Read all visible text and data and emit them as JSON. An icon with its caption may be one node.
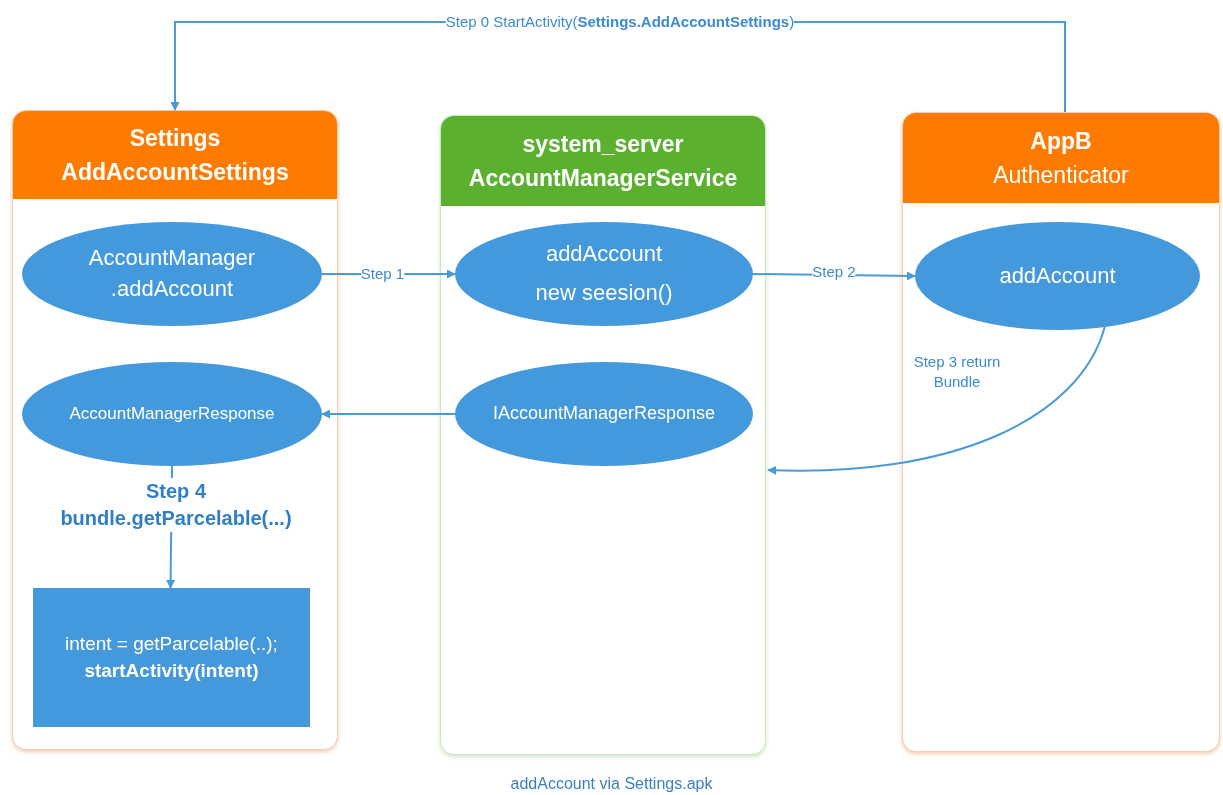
{
  "diagram": {
    "caption": "addAccount via Settings.apk",
    "nodes": [
      {
        "text": [
          "Settings AddAccountSettings"
        ]
      },
      {
        "text": [
          "system_server AccountManagerService"
        ]
      },
      {
        "text": [
          "AppB",
          "Authenticator"
        ]
      },
      {
        "text": [
          "AccountManager .addAccount"
        ],
        "in": 0
      },
      {
        "text": [
          "AccountManagerResponse"
        ],
        "in": 0
      },
      {
        "text": [
          "intent = getParcelable(..);",
          "startActivity(intent)"
        ],
        "in": 0
      },
      {
        "text": [
          "addAccount",
          "new seesion()"
        ],
        "in": 1
      },
      {
        "text": [
          "IAccountManagerResponse"
        ],
        "in": 1
      },
      {
        "text": [
          "addAccount"
        ],
        "in": 2
      }
    ],
    "edges": [
      {
        "from": 2,
        "to": 0,
        "arrow": "to",
        "label": "Step 0  StartActivity(**Settings.AddAccountSettings**)"
      },
      {
        "from": 3,
        "to": 6,
        "arrow": "to",
        "label": "Step 1"
      },
      {
        "from": 6,
        "to": 8,
        "arrow": "to",
        "label": "Step 2"
      },
      {
        "from": 8,
        "to": 1,
        "arrow": "to",
        "label": "Step 3 return Bundle"
      },
      {
        "from": 7,
        "to": 4,
        "arrow": "to"
      },
      {
        "from": 4,
        "to": 5,
        "arrow": "to",
        "label": "Step 4 bundle.getParcelable(...)"
      }
    ]
  }
}
